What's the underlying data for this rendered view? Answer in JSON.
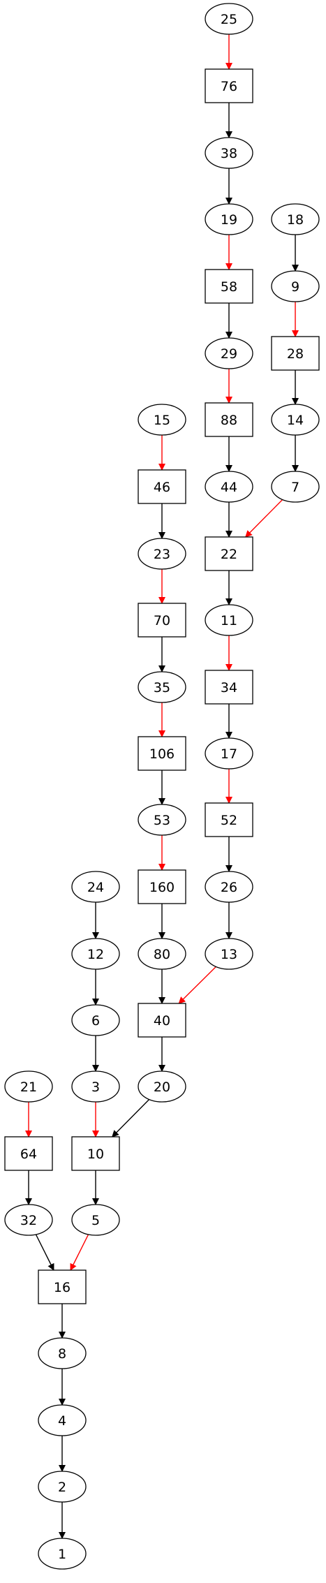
{
  "colors": {
    "red": "#ff0000",
    "black": "#000000"
  },
  "nodes": [
    {
      "id": "25",
      "label": "25",
      "shape": "ellipse"
    },
    {
      "id": "76",
      "label": "76",
      "shape": "box"
    },
    {
      "id": "38",
      "label": "38",
      "shape": "ellipse"
    },
    {
      "id": "19",
      "label": "19",
      "shape": "ellipse"
    },
    {
      "id": "18",
      "label": "18",
      "shape": "ellipse"
    },
    {
      "id": "58",
      "label": "58",
      "shape": "box"
    },
    {
      "id": "9",
      "label": "9",
      "shape": "ellipse"
    },
    {
      "id": "29",
      "label": "29",
      "shape": "ellipse"
    },
    {
      "id": "28",
      "label": "28",
      "shape": "box"
    },
    {
      "id": "15",
      "label": "15",
      "shape": "ellipse"
    },
    {
      "id": "88",
      "label": "88",
      "shape": "box"
    },
    {
      "id": "14",
      "label": "14",
      "shape": "ellipse"
    },
    {
      "id": "46",
      "label": "46",
      "shape": "box"
    },
    {
      "id": "44",
      "label": "44",
      "shape": "ellipse"
    },
    {
      "id": "7",
      "label": "7",
      "shape": "ellipse"
    },
    {
      "id": "23",
      "label": "23",
      "shape": "ellipse"
    },
    {
      "id": "22",
      "label": "22",
      "shape": "box"
    },
    {
      "id": "70",
      "label": "70",
      "shape": "box"
    },
    {
      "id": "11",
      "label": "11",
      "shape": "ellipse"
    },
    {
      "id": "35",
      "label": "35",
      "shape": "ellipse"
    },
    {
      "id": "34",
      "label": "34",
      "shape": "box"
    },
    {
      "id": "106",
      "label": "106",
      "shape": "box"
    },
    {
      "id": "17",
      "label": "17",
      "shape": "ellipse"
    },
    {
      "id": "53",
      "label": "53",
      "shape": "ellipse"
    },
    {
      "id": "52",
      "label": "52",
      "shape": "box"
    },
    {
      "id": "24",
      "label": "24",
      "shape": "ellipse"
    },
    {
      "id": "160",
      "label": "160",
      "shape": "box"
    },
    {
      "id": "26",
      "label": "26",
      "shape": "ellipse"
    },
    {
      "id": "12",
      "label": "12",
      "shape": "ellipse"
    },
    {
      "id": "80",
      "label": "80",
      "shape": "ellipse"
    },
    {
      "id": "13",
      "label": "13",
      "shape": "ellipse"
    },
    {
      "id": "6",
      "label": "6",
      "shape": "ellipse"
    },
    {
      "id": "40",
      "label": "40",
      "shape": "box"
    },
    {
      "id": "21",
      "label": "21",
      "shape": "ellipse"
    },
    {
      "id": "3",
      "label": "3",
      "shape": "ellipse"
    },
    {
      "id": "20",
      "label": "20",
      "shape": "ellipse"
    },
    {
      "id": "64",
      "label": "64",
      "shape": "box"
    },
    {
      "id": "10",
      "label": "10",
      "shape": "box"
    },
    {
      "id": "32",
      "label": "32",
      "shape": "ellipse"
    },
    {
      "id": "5",
      "label": "5",
      "shape": "ellipse"
    },
    {
      "id": "16",
      "label": "16",
      "shape": "box"
    },
    {
      "id": "8",
      "label": "8",
      "shape": "ellipse"
    },
    {
      "id": "4",
      "label": "4",
      "shape": "ellipse"
    },
    {
      "id": "2",
      "label": "2",
      "shape": "ellipse"
    },
    {
      "id": "1",
      "label": "1",
      "shape": "ellipse"
    }
  ],
  "edges": [
    {
      "from": "25",
      "to": "76",
      "color": "red"
    },
    {
      "from": "76",
      "to": "38",
      "color": "black"
    },
    {
      "from": "38",
      "to": "19",
      "color": "black"
    },
    {
      "from": "19",
      "to": "58",
      "color": "red"
    },
    {
      "from": "58",
      "to": "29",
      "color": "black"
    },
    {
      "from": "29",
      "to": "88",
      "color": "red"
    },
    {
      "from": "88",
      "to": "44",
      "color": "black"
    },
    {
      "from": "44",
      "to": "22",
      "color": "black"
    },
    {
      "from": "18",
      "to": "9",
      "color": "black"
    },
    {
      "from": "9",
      "to": "28",
      "color": "red"
    },
    {
      "from": "28",
      "to": "14",
      "color": "black"
    },
    {
      "from": "14",
      "to": "7",
      "color": "black"
    },
    {
      "from": "7",
      "to": "22",
      "color": "red"
    },
    {
      "from": "22",
      "to": "11",
      "color": "black"
    },
    {
      "from": "11",
      "to": "34",
      "color": "red"
    },
    {
      "from": "34",
      "to": "17",
      "color": "black"
    },
    {
      "from": "17",
      "to": "52",
      "color": "red"
    },
    {
      "from": "52",
      "to": "26",
      "color": "black"
    },
    {
      "from": "26",
      "to": "13",
      "color": "black"
    },
    {
      "from": "13",
      "to": "40",
      "color": "red"
    },
    {
      "from": "15",
      "to": "46",
      "color": "red"
    },
    {
      "from": "46",
      "to": "23",
      "color": "black"
    },
    {
      "from": "23",
      "to": "70",
      "color": "red"
    },
    {
      "from": "70",
      "to": "35",
      "color": "black"
    },
    {
      "from": "35",
      "to": "106",
      "color": "red"
    },
    {
      "from": "106",
      "to": "53",
      "color": "black"
    },
    {
      "from": "53",
      "to": "160",
      "color": "red"
    },
    {
      "from": "160",
      "to": "80",
      "color": "black"
    },
    {
      "from": "80",
      "to": "40",
      "color": "black"
    },
    {
      "from": "40",
      "to": "20",
      "color": "black"
    },
    {
      "from": "20",
      "to": "10",
      "color": "black"
    },
    {
      "from": "24",
      "to": "12",
      "color": "black"
    },
    {
      "from": "12",
      "to": "6",
      "color": "black"
    },
    {
      "from": "6",
      "to": "3",
      "color": "black"
    },
    {
      "from": "3",
      "to": "10",
      "color": "red"
    },
    {
      "from": "10",
      "to": "5",
      "color": "black"
    },
    {
      "from": "5",
      "to": "16",
      "color": "red"
    },
    {
      "from": "21",
      "to": "64",
      "color": "red"
    },
    {
      "from": "64",
      "to": "32",
      "color": "black"
    },
    {
      "from": "32",
      "to": "16",
      "color": "black"
    },
    {
      "from": "16",
      "to": "8",
      "color": "black"
    },
    {
      "from": "8",
      "to": "4",
      "color": "black"
    },
    {
      "from": "4",
      "to": "2",
      "color": "black"
    },
    {
      "from": "2",
      "to": "1",
      "color": "black"
    }
  ]
}
